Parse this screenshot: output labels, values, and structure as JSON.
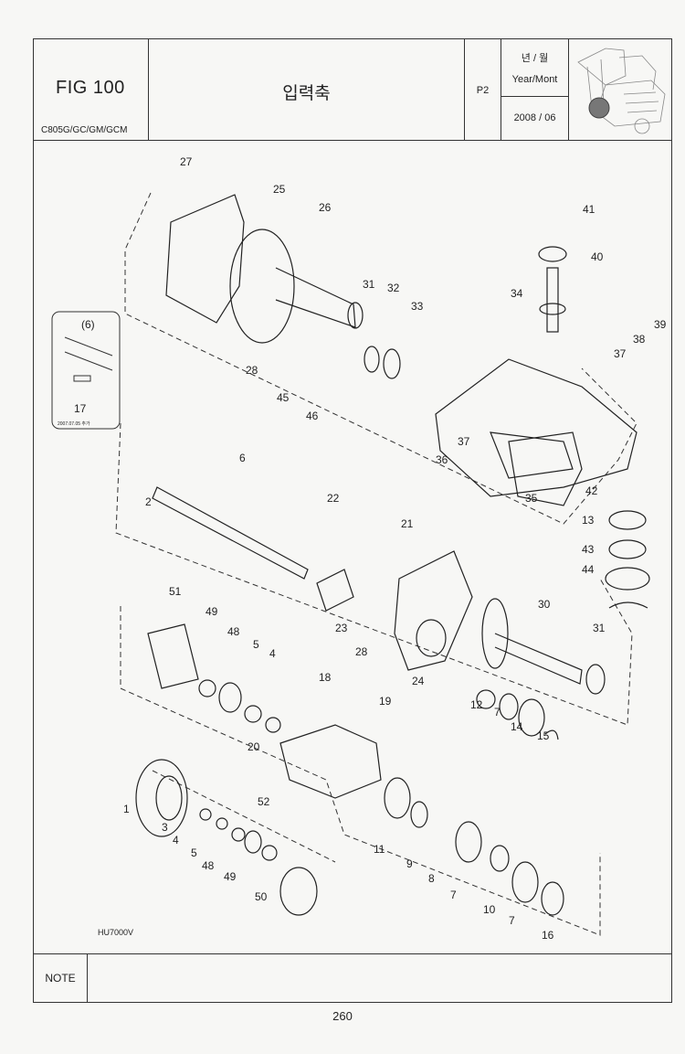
{
  "header": {
    "fig": "FIG 100",
    "models": "C805G/GC/GM/GCM",
    "title": "입력축",
    "page_code": "P2",
    "date_label_kr": "년 / 월",
    "date_label_en": "Year/Mont",
    "date_value": "2008 / 06"
  },
  "inset": {
    "ref": "(6)",
    "part": "17",
    "stamp": "2007.07.05 추가"
  },
  "drawing_code": "HU7000V",
  "callouts": [
    "27",
    "25",
    "26",
    "41",
    "40",
    "31",
    "32",
    "33",
    "34",
    "39",
    "38",
    "37",
    "28",
    "45",
    "46",
    "37",
    "36",
    "6",
    "2",
    "42",
    "35",
    "13",
    "43",
    "44",
    "22",
    "21",
    "30",
    "31",
    "51",
    "49",
    "48",
    "5",
    "4",
    "23",
    "28",
    "24",
    "18",
    "19",
    "12",
    "7",
    "14",
    "15",
    "20",
    "1",
    "3",
    "4",
    "5",
    "48",
    "49",
    "52",
    "50",
    "11",
    "9",
    "8",
    "7",
    "10",
    "7",
    "16"
  ],
  "note_label": "NOTE",
  "page_number": "260"
}
